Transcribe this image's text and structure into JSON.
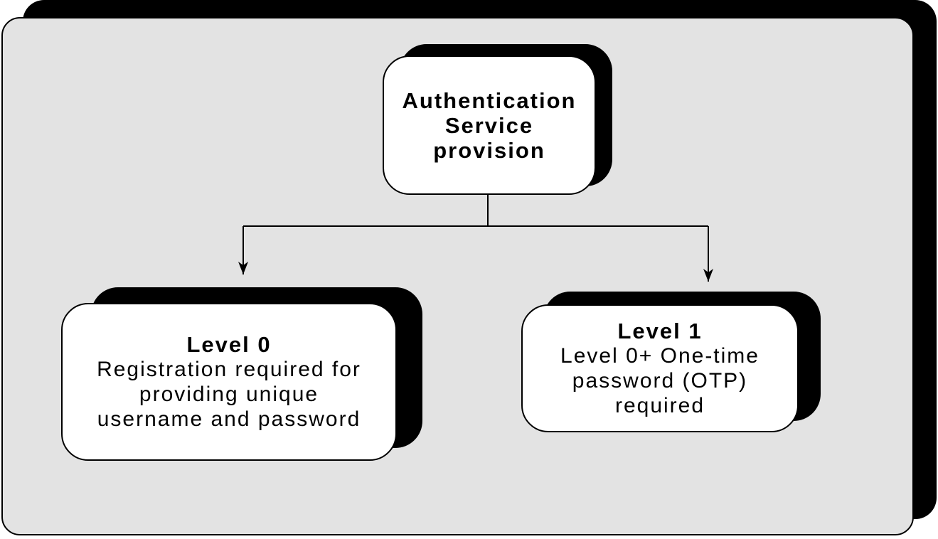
{
  "diagram": {
    "root": {
      "title_lines": [
        "Authentication",
        "Service",
        "provision"
      ]
    },
    "level0": {
      "title": "Level 0",
      "desc_lines": [
        "Registration required for",
        "providing unique",
        "username and password"
      ]
    },
    "level1": {
      "title": "Level 1",
      "desc_lines": [
        "Level 0+ One-time",
        "password (OTP)",
        "required"
      ]
    }
  }
}
